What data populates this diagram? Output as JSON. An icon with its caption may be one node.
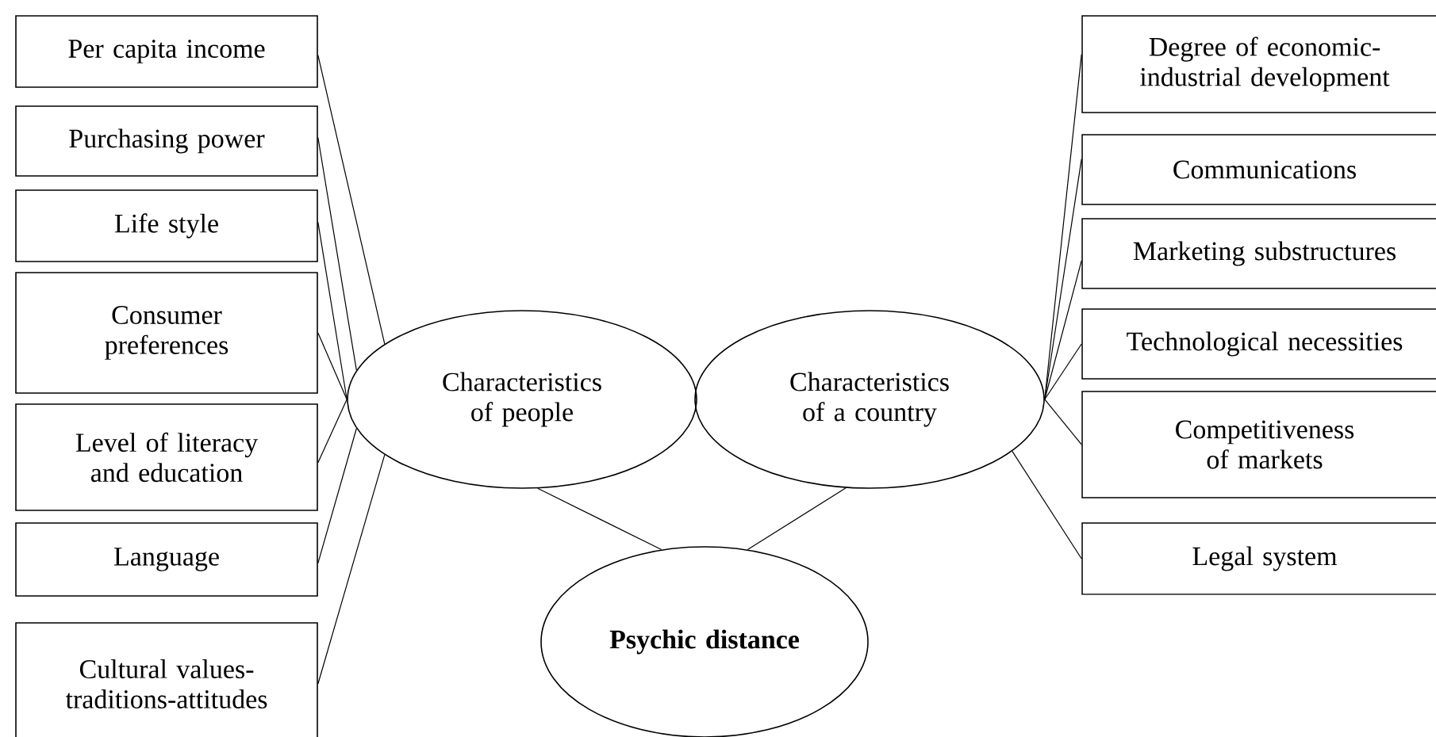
{
  "diagram": {
    "nodes": [
      {
        "text": [
          "Per capita income"
        ]
      },
      {
        "text": [
          "Purchasing power"
        ]
      },
      {
        "text": [
          "Life style"
        ]
      },
      {
        "text": [
          "Consumer preferences"
        ]
      },
      {
        "text": [
          "Level of literacy and education"
        ]
      },
      {
        "text": [
          "Language"
        ]
      },
      {
        "text": [
          "Cultural values-traditions-attitudes"
        ]
      },
      {
        "text": [
          "Characteristics of people"
        ]
      },
      {
        "text": [
          "Characteristics of a country"
        ]
      },
      {
        "text": [
          "Degree of economic-industrial development"
        ]
      },
      {
        "text": [
          "Communications"
        ]
      },
      {
        "text": [
          "Marketing substructures"
        ]
      },
      {
        "text": [
          "Technological necessities"
        ]
      },
      {
        "text": [
          "Competitiveness of markets"
        ]
      },
      {
        "text": [
          "Legal system"
        ]
      },
      {
        "text": [
          "Psychic distance"
        ]
      }
    ],
    "edges": [
      {
        "from": 0,
        "to": 7,
        "arrow": "none"
      },
      {
        "from": 1,
        "to": 7,
        "arrow": "none"
      },
      {
        "from": 2,
        "to": 7,
        "arrow": "none"
      },
      {
        "from": 3,
        "to": 7,
        "arrow": "none"
      },
      {
        "from": 4,
        "to": 7,
        "arrow": "none"
      },
      {
        "from": 5,
        "to": 7,
        "arrow": "none"
      },
      {
        "from": 6,
        "to": 7,
        "arrow": "none"
      },
      {
        "from": 9,
        "to": 8,
        "arrow": "none"
      },
      {
        "from": 10,
        "to": 8,
        "arrow": "none"
      },
      {
        "from": 11,
        "to": 8,
        "arrow": "none"
      },
      {
        "from": 12,
        "to": 8,
        "arrow": "none"
      },
      {
        "from": 13,
        "to": 8,
        "arrow": "none"
      },
      {
        "from": 14,
        "to": 8,
        "arrow": "none"
      },
      {
        "from": 7,
        "to": 15,
        "arrow": "none"
      },
      {
        "from": 8,
        "to": 15,
        "arrow": "none"
      }
    ]
  }
}
